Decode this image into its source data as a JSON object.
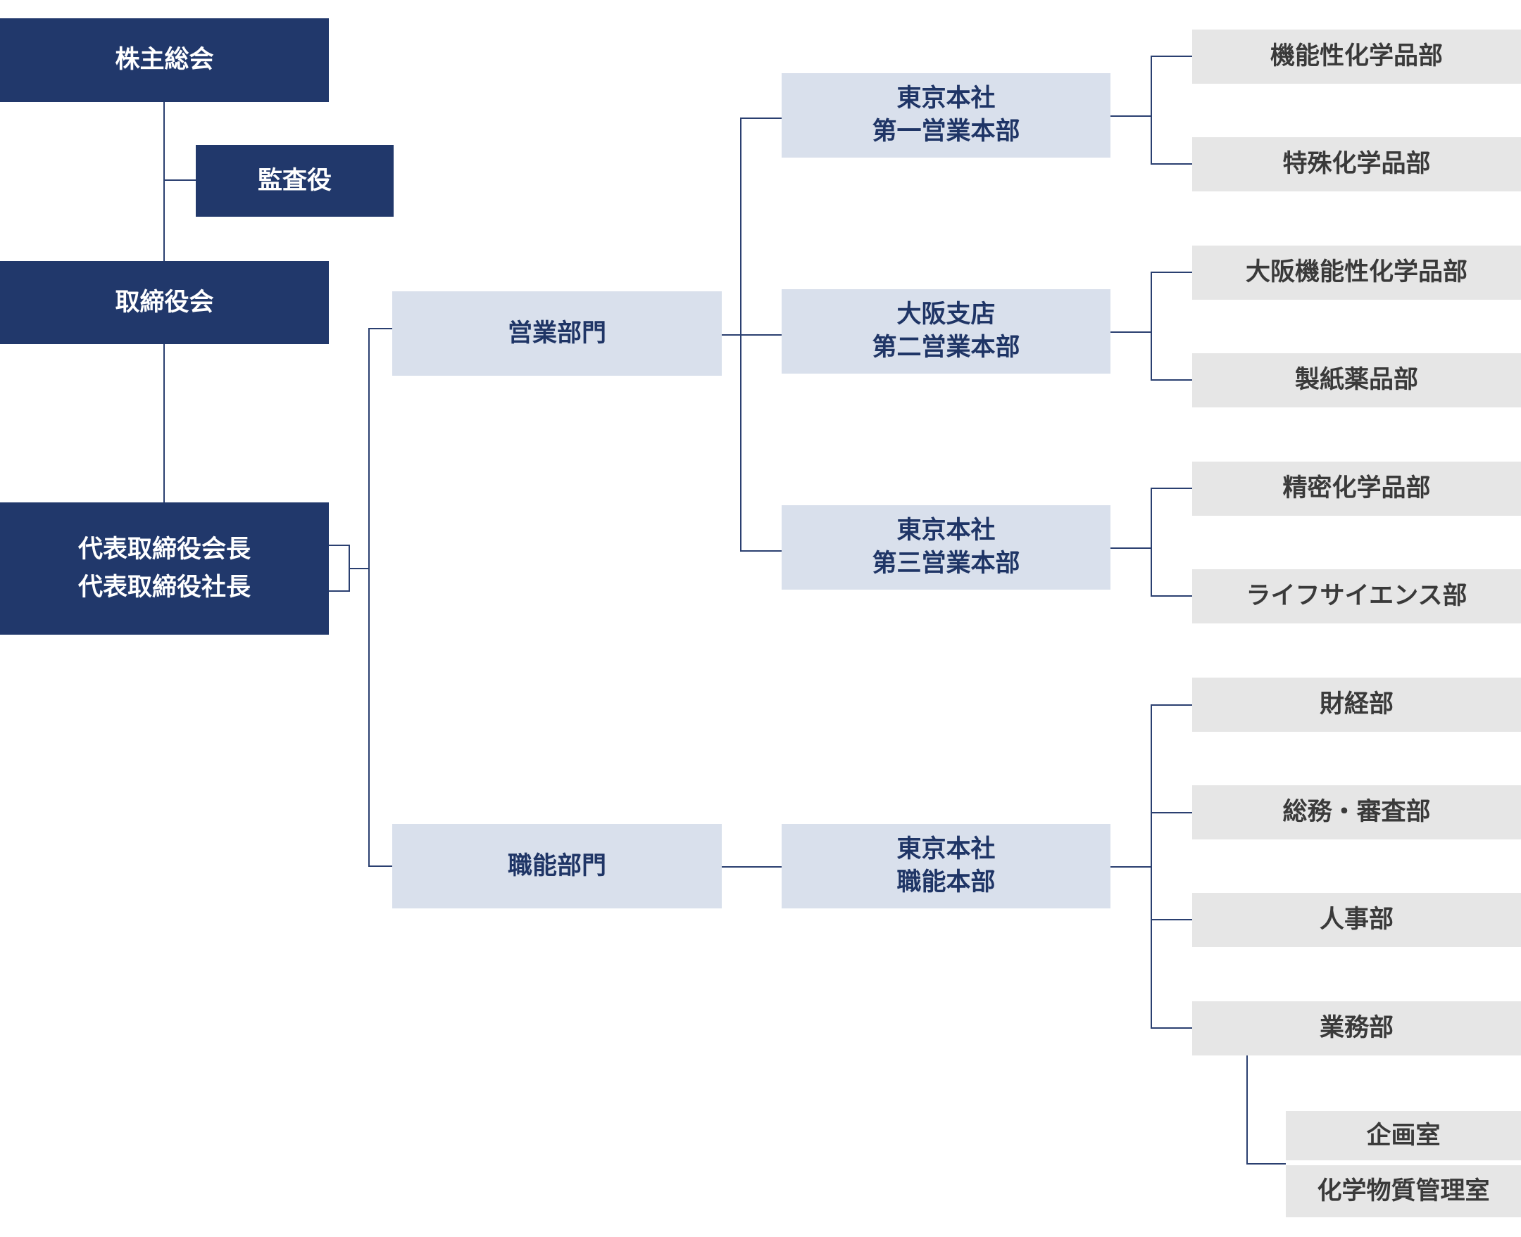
{
  "diagram": {
    "colors": {
      "navy": "#21386b",
      "light_blue": "#d9e0ec",
      "gray": "#e6e6e6",
      "line": "#2a3f70"
    },
    "governance": {
      "shareholders_meeting": "株主総会",
      "auditors": "監査役",
      "board_of_directors": "取締役会",
      "representatives": [
        "代表取締役会長",
        "代表取締役社長"
      ]
    },
    "divisions": {
      "sales": "営業部門",
      "administrative": "職能部門"
    },
    "headquarters": {
      "sales_1": [
        "東京本社",
        "第一営業本部"
      ],
      "sales_2": [
        "大阪支店",
        "第二営業本部"
      ],
      "sales_3": [
        "東京本社",
        "第三営業本部"
      ],
      "admin": [
        "東京本社",
        "職能本部"
      ]
    },
    "departments": {
      "sales_1": [
        "機能性化学品部",
        "特殊化学品部"
      ],
      "sales_2": [
        "大阪機能性化学品部",
        "製紙薬品部"
      ],
      "sales_3": [
        "精密化学品部",
        "ライフサイエンス部"
      ],
      "admin": [
        "財経部",
        "総務・審査部",
        "人事部",
        "業務部"
      ]
    },
    "offices": [
      "企画室",
      "化学物質管理室"
    ]
  }
}
